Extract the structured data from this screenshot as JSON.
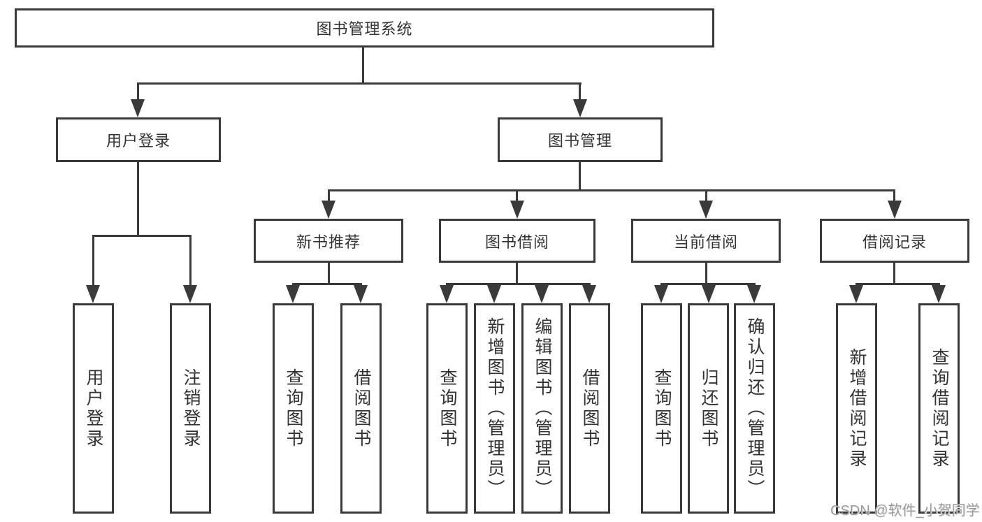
{
  "diagram_type": "tree-diagram",
  "tree": {
    "root": "图书管理系统",
    "branches": [
      {
        "label": "用户登录",
        "leaves": [
          "用户登录",
          "注销登录"
        ]
      },
      {
        "label": "图书管理",
        "sections": [
          {
            "label": "新书推荐",
            "leaves": [
              "查询图书",
              "借阅图书"
            ]
          },
          {
            "label": "图书借阅",
            "leaves": [
              "查询图书",
              "新增图书（管理员）",
              "编辑图书（管理员）",
              "借阅图书"
            ]
          },
          {
            "label": "当前借阅",
            "leaves": [
              "查询图书",
              "归还图书",
              "确认归还（管理员）"
            ]
          },
          {
            "label": "借阅记录",
            "leaves": [
              "新增借阅记录",
              "查询借阅记录"
            ]
          }
        ]
      }
    ]
  },
  "watermark": "CSDN @软件_小贺同学",
  "colors": {
    "line": "#3a3a3a",
    "text": "#333333",
    "background": "#ffffff",
    "watermark": "#9c9c9c"
  }
}
